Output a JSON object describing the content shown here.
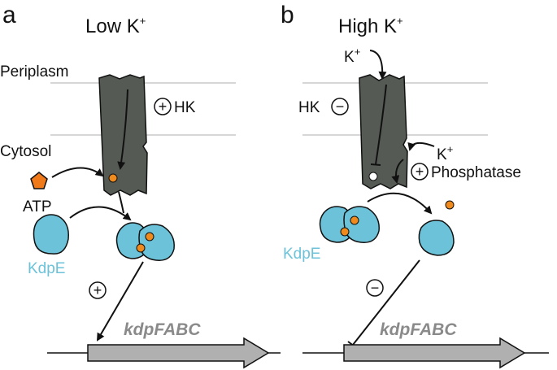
{
  "panel_a": {
    "letter": "a",
    "title": "Low K",
    "title_sup": "+",
    "periplasm": "Periplasm",
    "cytosol": "Cytosol",
    "hk_label": "HK",
    "hk_sign": "+",
    "atp": "ATP",
    "kdpe": "KdpE",
    "activation_sign": "+",
    "gene": "kdpFABC"
  },
  "panel_b": {
    "letter": "b",
    "title": "High K",
    "title_sup": "+",
    "k_top": "K",
    "k_top_sup": "+",
    "hk_label": "HK",
    "hk_sign": "−",
    "k_side": "K",
    "k_side_sup": "+",
    "phosphatase_sign": "+",
    "phosphatase": "Phosphatase",
    "kdpe": "KdpE",
    "repression_sign": "−",
    "gene": "kdpFABC"
  },
  "colors": {
    "hk_protein": "#555a55",
    "kdpe": "#6cc3d9",
    "phosphate": "#f08a1c",
    "atp": "#f07a1a",
    "gene_arrow": "#b0b0b0",
    "membrane": "#c8c8c8"
  }
}
